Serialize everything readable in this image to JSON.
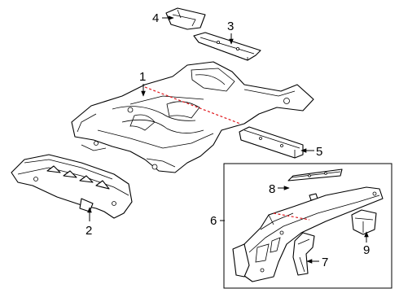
{
  "colors": {
    "line": "#000000",
    "cutline": "#e0161b",
    "background": "#ffffff"
  },
  "callouts": [
    "1",
    "2",
    "3",
    "4",
    "5",
    "6",
    "7",
    "8",
    "9"
  ]
}
